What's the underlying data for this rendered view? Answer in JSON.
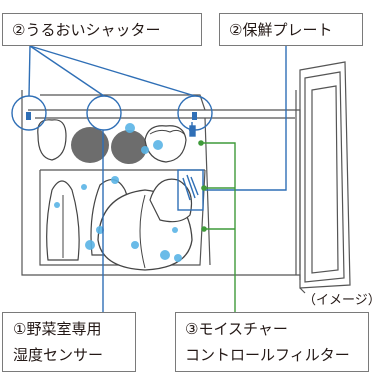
{
  "labels": {
    "shutter": "②うるおいシャッター",
    "plate": "②保鮮プレート",
    "sensor_line1": "①野菜室専用",
    "sensor_line2": "湿度センサー",
    "filter_line1": "③モイスチャー",
    "filter_line2": "コントロールフィルター"
  },
  "note": "（イメージ）",
  "colors": {
    "blue_callout": "#2f6fb6",
    "green_callout": "#3f9a3a",
    "outline": "#555555",
    "vegetable_gray": "#6d6d6d",
    "droplet": "#5ab4e6"
  }
}
